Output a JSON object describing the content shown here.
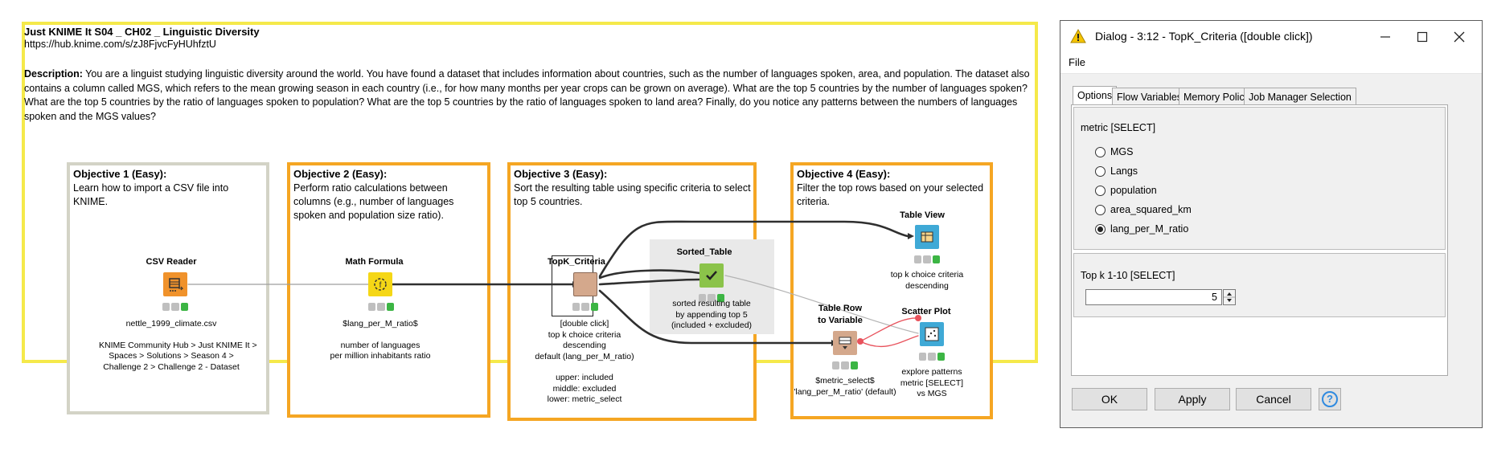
{
  "workflow": {
    "title": "Just KNIME It S04 _ CH02 _ Linguistic Diversity",
    "url": "https://hub.knime.com/s/zJ8FjvcFyHUhfztU",
    "description_label": "Description:",
    "description_text": " You are a linguist studying linguistic diversity around the world. You have found a dataset that includes information about countries, such as the number of languages spoken, area, and population. The dataset also contains a column called MGS, which refers to the mean growing season in each country (i.e., for how many months per year crops can be grown on average). What are the top 5 countries by the number of languages spoken? What are the top 5 countries by the ratio of languages spoken to population? What are the top 5 countries by the ratio of languages spoken to land area? Finally, do you notice any patterns between the numbers of languages spoken and the MGS values?"
  },
  "objectives": [
    {
      "title": "Objective 1 (Easy):",
      "text": "Learn how to import a CSV file into KNIME."
    },
    {
      "title": "Objective 2 (Easy):",
      "text": "Perform ratio calculations between columns (e.g., number of languages spoken and population size ratio)."
    },
    {
      "title": "Objective 3 (Easy):",
      "text": "Sort the resulting table using specific criteria to select top 5 countries."
    },
    {
      "title": "Objective 4 (Easy):",
      "text": "Filter the top rows based on your selected criteria."
    }
  ],
  "nodes": {
    "csv_reader": {
      "label": "CSV Reader",
      "caption1": "nettle_1999_climate.csv",
      "caption2": "KNIME Community Hub > Just KNIME It >",
      "caption3": "Spaces > Solutions > Season 4 >",
      "caption4": "Challenge 2 > Challenge 2 - Dataset",
      "color": "#f0922b"
    },
    "math_formula": {
      "label": "Math Formula",
      "caption1": "$lang_per_M_ratio$",
      "caption2": "number of languages",
      "caption3": "per million inhabitants ratio",
      "color": "#f5d716"
    },
    "topk": {
      "label": "TopK_Criteria",
      "caption1": "[double click]",
      "caption2": "top k choice criteria",
      "caption3": "descending",
      "caption4": "default (lang_per_M_ratio)",
      "caption5": "upper: included",
      "caption6": "middle: excluded",
      "caption7": "lower: metric_select",
      "color": "#d4a88c"
    },
    "sorted_table": {
      "label": "Sorted_Table",
      "caption1": "sorted    resulting    table",
      "caption2": "by appending top 5",
      "caption3": "(included + excluded)",
      "color": "#8bc34a"
    },
    "table_view": {
      "label": "Table View",
      "caption1": "top  k choice criteria",
      "caption2": "descending",
      "color": "#3fa9d6"
    },
    "table_row_var": {
      "label1": "Table Row",
      "label2": "to Variable",
      "caption1": "$metric_select$",
      "caption2": "'lang_per_M_ratio' (default)",
      "color": "#d4a88c"
    },
    "scatter_plot": {
      "label": "Scatter Plot",
      "caption1": "explore patterns",
      "caption2": "metric [SELECT]",
      "caption3": "vs MGS",
      "color": "#3fa9d6"
    }
  },
  "dialog": {
    "title": "Dialog - 3:12 - TopK_Criteria ([double click])",
    "menu": [
      "File"
    ],
    "tabs": [
      "Options",
      "Flow Variables",
      "Memory Policy",
      "Job Manager Selection"
    ],
    "active_tab": "Options",
    "metric_label": "metric [SELECT]",
    "metric_options": [
      "MGS",
      "Langs",
      "population",
      "area_squared_km",
      "lang_per_M_ratio"
    ],
    "metric_selected": "lang_per_M_ratio",
    "topk_label": "Top k 1-10 [SELECT]",
    "topk_value": "5",
    "buttons": {
      "ok": "OK",
      "apply": "Apply",
      "cancel": "Cancel",
      "help": "?"
    },
    "icons": {
      "warning": "warning-icon",
      "minimize": "minimize-icon",
      "maximize": "maximize-icon",
      "close": "close-icon"
    }
  }
}
